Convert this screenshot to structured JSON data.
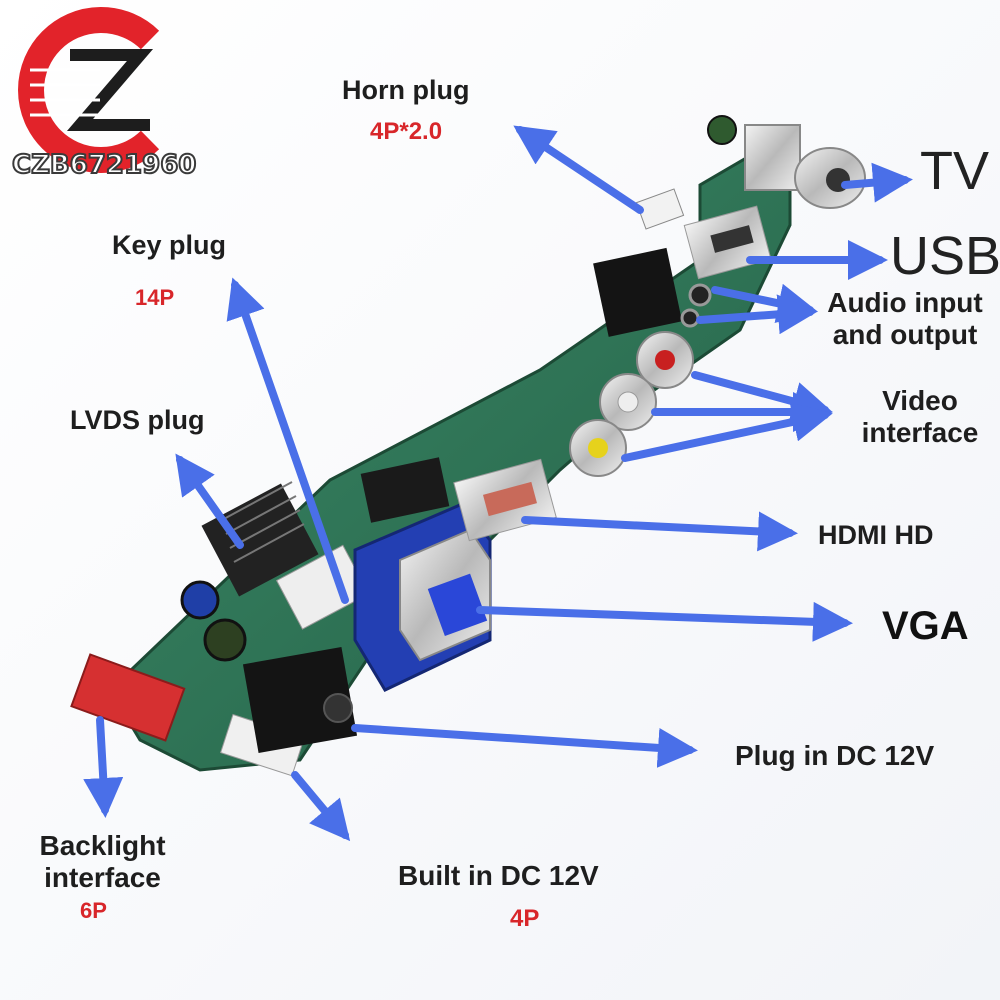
{
  "brand": {
    "logo_text": "CZB6721960"
  },
  "labels": {
    "horn_plug": "Horn plug",
    "horn_plug_spec": "4P*2.0",
    "tv": "TV",
    "usb": "USB",
    "key_plug": "Key plug",
    "key_plug_spec": "14P",
    "audio_line1": "Audio input",
    "audio_line2": "and output",
    "lvds_plug": "LVDS plug",
    "video_line1": "Video",
    "video_line2": "interface",
    "hdmi": "HDMI HD",
    "vga": "VGA",
    "dc_plug": "Plug in DC 12V",
    "backlight_line1": "Backlight",
    "backlight_line2": "interface",
    "backlight_spec": "6P",
    "builtin_dc": "Built in DC 12V",
    "builtin_dc_spec": "4P"
  },
  "colors": {
    "arrow": "#4a6fe8",
    "spec_text": "#d8262a",
    "pcb": "#2f7a5a",
    "logo_red": "#e2232a"
  }
}
